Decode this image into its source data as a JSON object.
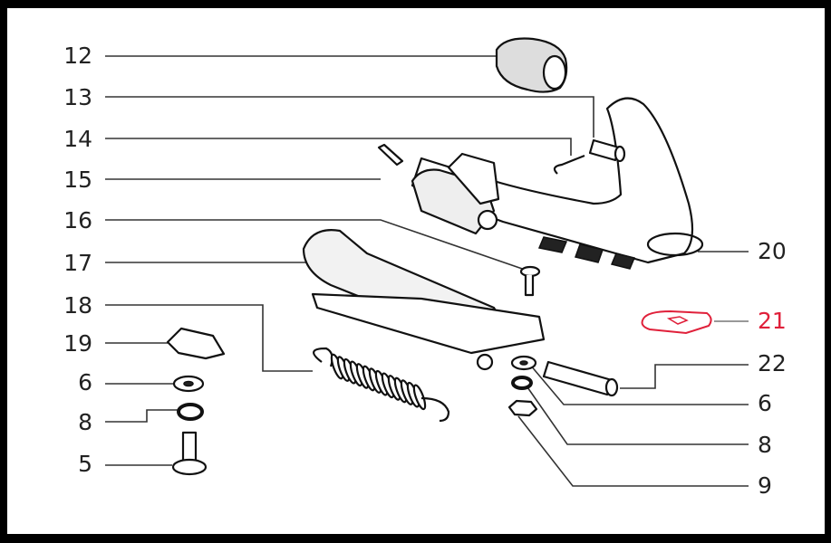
{
  "diagram": {
    "accent_color": "#e0203a",
    "highlighted_part": "21",
    "left_labels": [
      "12",
      "13",
      "14",
      "15",
      "16",
      "17",
      "18",
      "19",
      "6",
      "8",
      "5"
    ],
    "right_labels": [
      "20",
      "21",
      "22",
      "6",
      "8",
      "9"
    ]
  }
}
